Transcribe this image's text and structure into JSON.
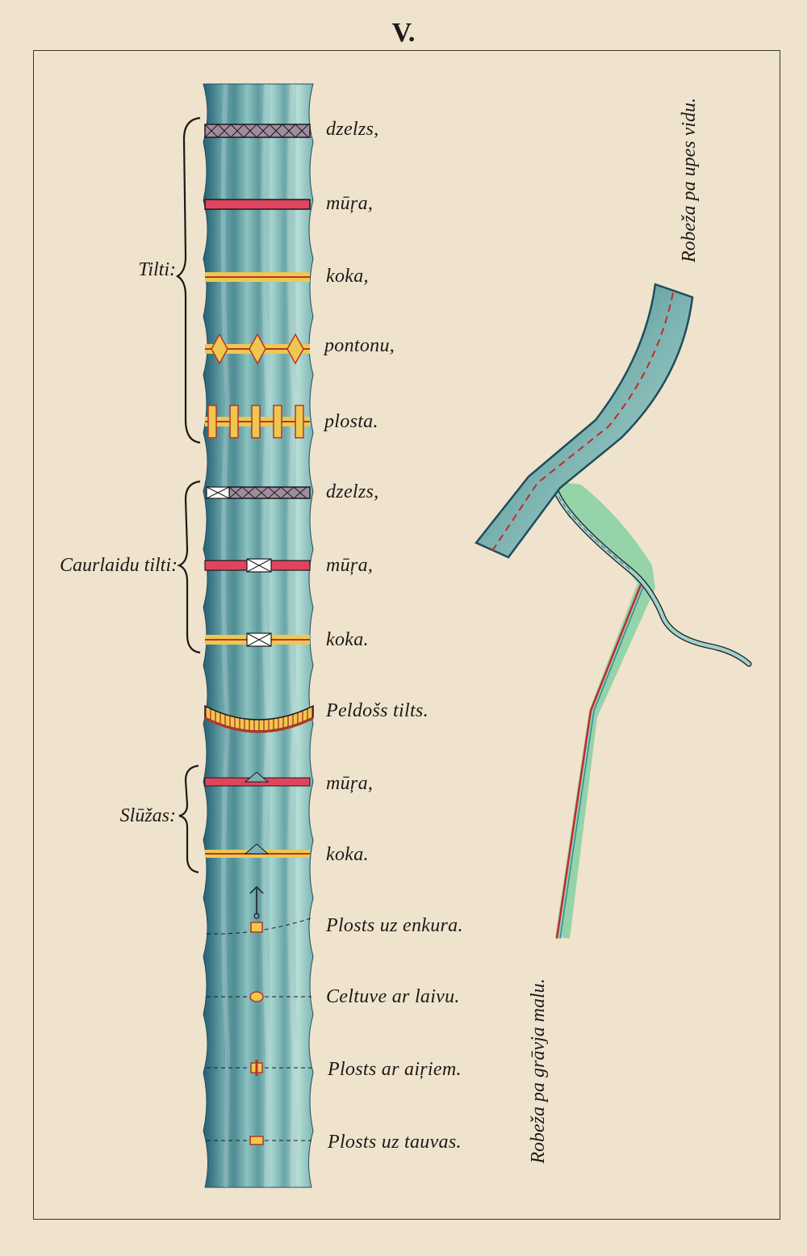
{
  "plate_number": "V.",
  "groups": {
    "tilti": "Tilti:",
    "caurlaidu_tilti": "Caurlaidu tilti:",
    "sluzas": "Slūžas:"
  },
  "items": [
    {
      "label": "dzelzs,"
    },
    {
      "label": "mūŗa,"
    },
    {
      "label": "koka,"
    },
    {
      "label": "pontonu,"
    },
    {
      "label": "plosta."
    },
    {
      "label": "dzelzs,"
    },
    {
      "label": "mūŗa,"
    },
    {
      "label": "koka."
    },
    {
      "label": "Peldošs tilts."
    },
    {
      "label": "mūŗa,"
    },
    {
      "label": "koka."
    },
    {
      "label": "Plosts uz enkura."
    },
    {
      "label": "Celtuve ar laivu."
    },
    {
      "label": "Plosts ar aiŗiem."
    },
    {
      "label": "Plosts uz tauvas."
    }
  ],
  "boundary_labels": {
    "river_middle": "Robeža pa upes vidu.",
    "ditch_bank": "Robeža pa grāvja malu."
  },
  "colors": {
    "paper": "#efe3cd",
    "river_dark": "#2c6272",
    "river_light": "#9fd1cd",
    "iron": "#a08ca0",
    "masonry": "#e0445e",
    "wood": "#f0c74e",
    "ditch_green": "#8fd2a6",
    "boundary_red": "#c42a2a"
  }
}
